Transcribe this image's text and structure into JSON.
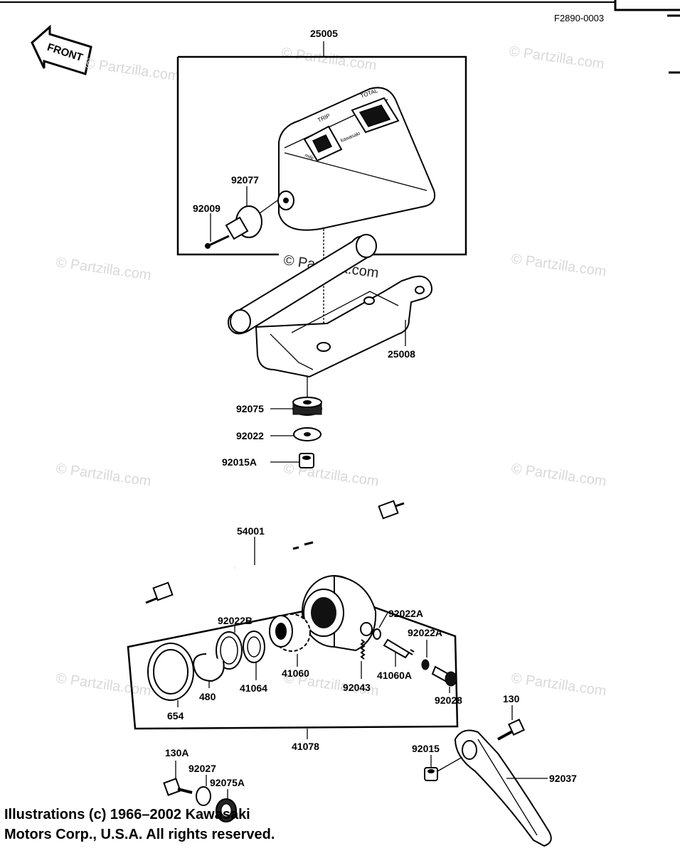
{
  "diagram_code": "F2890-0003",
  "direction_label": "FRONT",
  "watermark": "© Partzilla.com",
  "copyright": {
    "line1": "Illustrations (c) 1966–2002 Kawasaki",
    "line2": "Motors Corp., U.S.A.  All rights reserved."
  },
  "labels": {
    "p25005": "25005",
    "p92077": "92077",
    "p92009": "92009",
    "p25008": "25008",
    "p92075": "92075",
    "p92022": "92022",
    "p92015A": "92015A",
    "p54001": "54001",
    "p92022B": "92022B",
    "p92022A_1": "92022A",
    "p92022A_2": "92022A",
    "p41060": "41060",
    "p41064": "41064",
    "p41060A": "41060A",
    "p92043": "92043",
    "p92028": "92028",
    "p480": "480",
    "p654": "654",
    "p41078": "41078",
    "p130": "130",
    "p92015": "92015",
    "p92037": "92037",
    "p130A": "130A",
    "p92027": "92027",
    "p92075A": "92075A"
  },
  "meter_text": {
    "trip": "TRIP",
    "total": "TOTAL",
    "mile": "mile",
    "brand": "kawasaki"
  }
}
